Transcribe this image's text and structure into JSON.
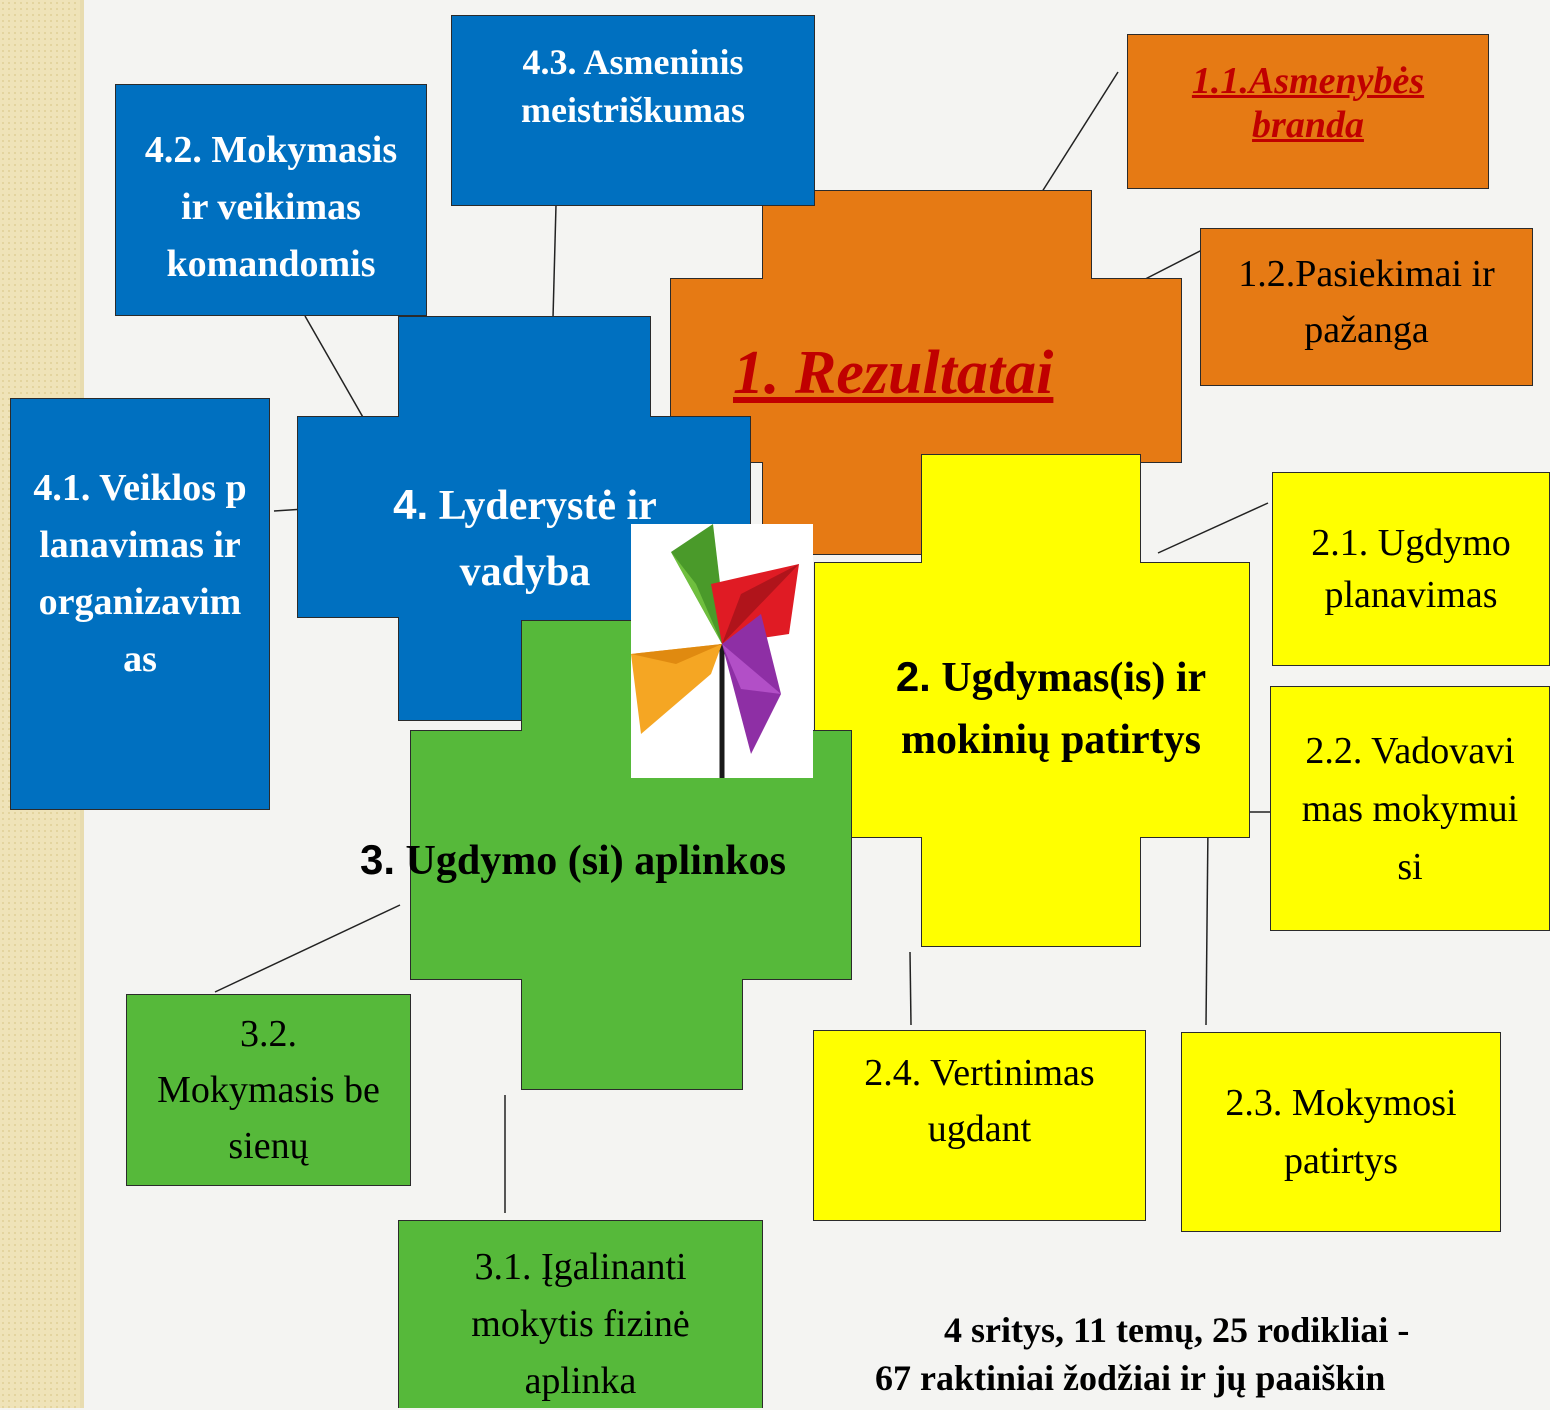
{
  "colors": {
    "blue": "#0070c0",
    "orange": "#e67a14",
    "yellow": "#ffff00",
    "green": "#56b93a",
    "link_red": "#c00000"
  },
  "area1": {
    "title": "1. Rezultatai",
    "t11": "1.1.Asmenybės branda",
    "t12": "1.2.Pasiekimai ir pažanga"
  },
  "area2": {
    "title_num": "2.",
    "title_text": "Ugdymas(is) ir mokinių patirtys",
    "t21": "2.1. Ugdymo planavimas",
    "t22": "2.2. Vadovavimas mokymuisi",
    "t23": "2.3. Mokymosi patirtys",
    "t24": "2.4. Vertinimas ugdant"
  },
  "area3": {
    "title_num": "3.",
    "title_text": "Ugdymo (si) aplinkos",
    "t31": "3.1. Įgalinanti mokytis fizinė aplinka",
    "t32": "3.2. Mokymasis be sienų"
  },
  "area4": {
    "title_num": "4.",
    "title_text": "Lyderystė ir vadyba",
    "t41": "4.1. Veiklos planavimas ir organizavimas",
    "t42": "4.2. Mokymasis ir veikimas komandomis",
    "t43": "4.3. Asmeninis meistriškumas"
  },
  "footer": {
    "line1": "4 sritys, 11 temų, 25 rodikliai -",
    "line2": "67 raktiniai žodžiai ir jų paaiškin"
  },
  "icons": {
    "center": "pinwheel-icon"
  }
}
